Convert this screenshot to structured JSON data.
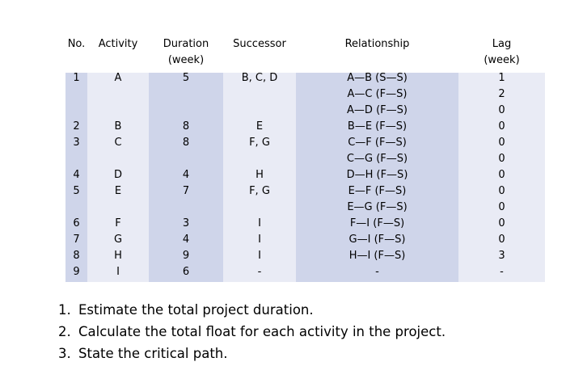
{
  "table": {
    "headers": {
      "no": "No.",
      "activity": "Activity",
      "duration": "Duration\n(week)",
      "successor": "Successor",
      "relationship": "Relationship",
      "lag": "Lag\n(week)"
    },
    "rows": [
      {
        "no": "1",
        "activity": "A",
        "duration": "5",
        "successor": "B, C, D"
      },
      {
        "no": "2",
        "activity": "B",
        "duration": "8",
        "successor": "E"
      },
      {
        "no": "3",
        "activity": "C",
        "duration": "8",
        "successor": "F, G"
      },
      {
        "no": "4",
        "activity": "D",
        "duration": "4",
        "successor": "H"
      },
      {
        "no": "5",
        "activity": "E",
        "duration": "7",
        "successor": "F, G"
      },
      {
        "no": "6",
        "activity": "F",
        "duration": "3",
        "successor": "I"
      },
      {
        "no": "7",
        "activity": "G",
        "duration": "4",
        "successor": "I"
      },
      {
        "no": "8",
        "activity": "H",
        "duration": "9",
        "successor": "I"
      },
      {
        "no": "9",
        "activity": "I",
        "duration": "6",
        "successor": "-"
      }
    ],
    "relationships": [
      {
        "relationship": "A—B (S—S)",
        "lag": "1"
      },
      {
        "relationship": "A—C (F—S)",
        "lag": "2"
      },
      {
        "relationship": "A—D (F—S)",
        "lag": "0"
      },
      {
        "relationship": "B—E (F—S)",
        "lag": "0"
      },
      {
        "relationship": "C—F (F—S)",
        "lag": "0"
      },
      {
        "relationship": "C—G (F—S)",
        "lag": "0"
      },
      {
        "relationship": "D—H (F—S)",
        "lag": "0"
      },
      {
        "relationship": "E—F (F—S)",
        "lag": "0"
      },
      {
        "relationship": "E—G (F—S)",
        "lag": "0"
      },
      {
        "relationship": "F—I (F—S)",
        "lag": "0"
      },
      {
        "relationship": "G—I (F—S)",
        "lag": "0"
      },
      {
        "relationship": "H—I (F—S)",
        "lag": "3"
      },
      {
        "relationship": "-",
        "lag": "-"
      }
    ]
  },
  "questions": [
    {
      "num": "1.",
      "text": "Estimate the total project duration."
    },
    {
      "num": "2.",
      "text": "Calculate the total float for each activity in the project."
    },
    {
      "num": "3.",
      "text": "State the critical path."
    }
  ]
}
